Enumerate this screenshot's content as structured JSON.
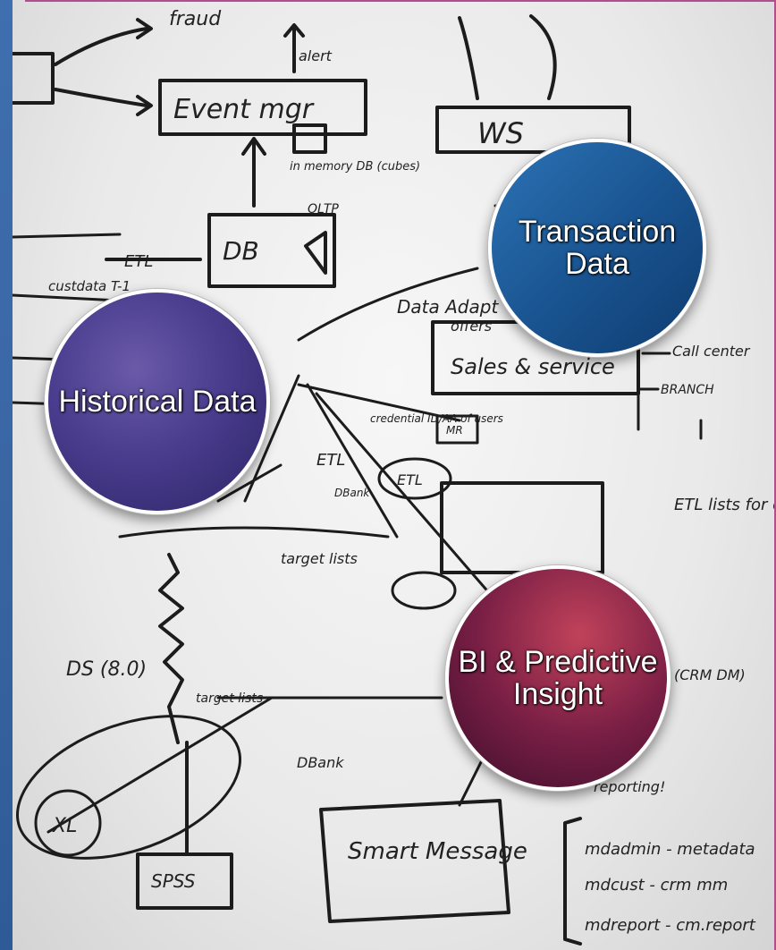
{
  "circles": {
    "historical": "Historical Data",
    "transaction": "Transaction Data",
    "bi": "BI & Predictive Insight"
  },
  "sketch_labels": {
    "fraud": "fraud",
    "alert": "alert",
    "event_mgr": "Event mgr",
    "ws": "WS",
    "in_memory_db": "in memory DB (cubes)",
    "oltp": "OLTP",
    "db": "DB",
    "etl": "ETL",
    "data_adapter": "Data Adapt",
    "offers": "offers",
    "sales_service": "Sales & service",
    "call_center": "Call center",
    "branch": "BRANCH",
    "credential": "credential ID/AA of users",
    "mr": "MR",
    "dbank": "DBank",
    "target_lists": "target lists",
    "etl_lists": "ETL lists for event mgr",
    "cust_data": "custdata T-1",
    "target_lists2": "target lists",
    "ds": "DS (8.0)",
    "dbank2": "DBank",
    "reporting": "reporting!",
    "smart_message": "Smart Message",
    "spss": "SPSS",
    "xl": "XL",
    "mdadmin": "mdadmin - metadata",
    "mdcust": "mdcust - crm mm",
    "mdreport": "mdreport - cm.report",
    "crm_dm": "(CRM DM)"
  },
  "colors": {
    "strip": "#3a66a4",
    "historical": "#4a3d8e",
    "transaction": "#1a5592",
    "bi": "#7a1f45"
  }
}
